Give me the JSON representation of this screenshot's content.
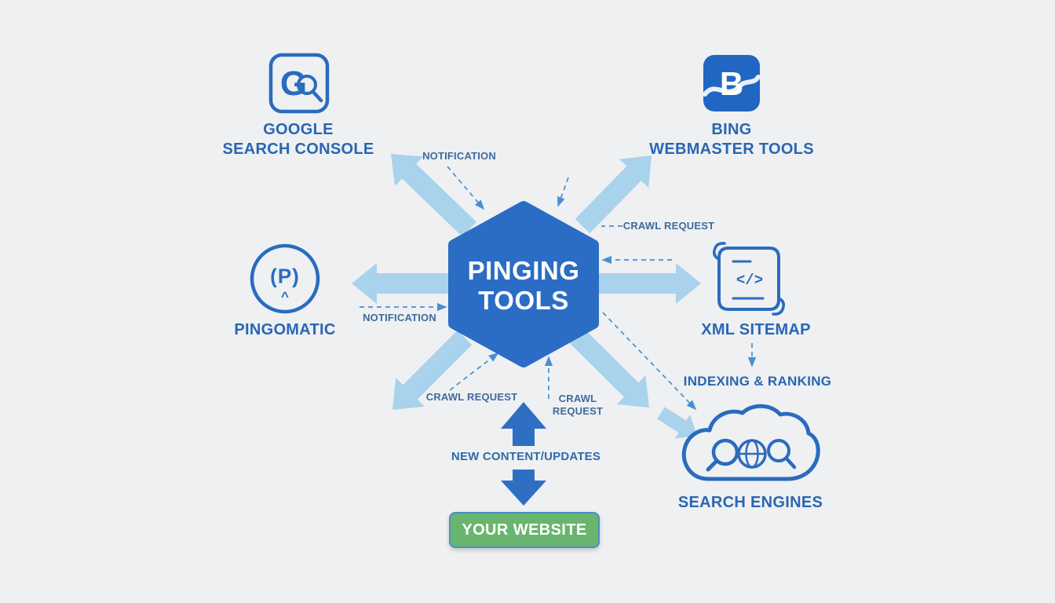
{
  "title": "Pinging Tools Diagram",
  "colors": {
    "background": "#eef0f2",
    "primary_blue": "#2a6bbf",
    "arrow_light_blue": "#a9d2ec",
    "dashed_blue": "#4a8fd4",
    "green": "#69b56d",
    "white": "#ffffff"
  },
  "center_node": {
    "lines": [
      "PINGING",
      "TOOLS"
    ]
  },
  "nodes": {
    "google_search_console": {
      "lines": [
        "GOOGLE",
        "SEARCH CONSOLE"
      ],
      "icon_glyph": "G"
    },
    "bing_webmaster_tools": {
      "lines": [
        "BING",
        "WEBMASTER TOOLS"
      ],
      "icon_glyph": "B"
    },
    "pingomatic": {
      "label": "PINGOMATIC",
      "icon_glyph": "(P)",
      "icon_caret": "^"
    },
    "xml_sitemap": {
      "label": "XML SITEMAP",
      "icon_glyph": "</>"
    },
    "indexing_ranking": {
      "label": "INDEXING & RANKING"
    },
    "search_engines": {
      "label": "SEARCH ENGINES"
    },
    "your_website": {
      "label": "YOUR WEBSITE"
    },
    "new_content": {
      "label": "NEW CONTENT/UPDATES"
    }
  },
  "edge_labels": {
    "notification_top": "NOTIFICATION",
    "crawl_request_right": "CRAWL REQUEST",
    "notification_left": "NOTIFICATION",
    "crawl_request_bottom_left": "CRAWL REQUEST",
    "crawl_request_bottom_center": "CRAWL REQUEST"
  }
}
